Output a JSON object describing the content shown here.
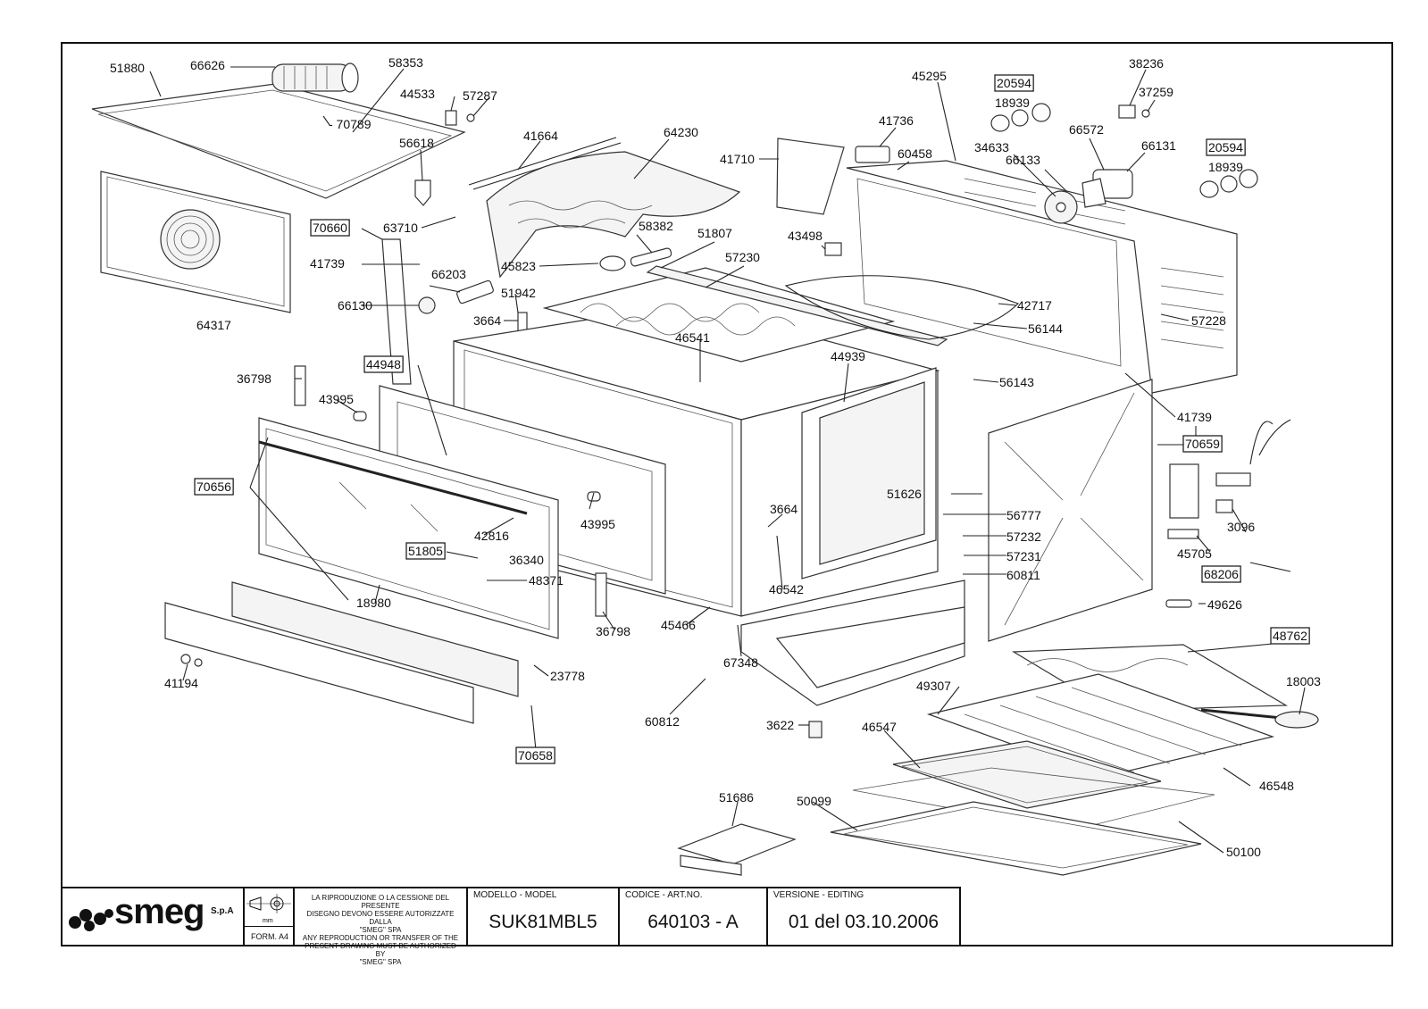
{
  "part_numbers": [
    {
      "id": "p51880",
      "text": "51880"
    },
    {
      "id": "p66626",
      "text": "66626"
    },
    {
      "id": "p58353",
      "text": "58353"
    },
    {
      "id": "p44533",
      "text": "44533"
    },
    {
      "id": "p57287",
      "text": "57287"
    },
    {
      "id": "p70789",
      "text": "- 70789"
    },
    {
      "id": "p56618",
      "text": "56618"
    },
    {
      "id": "p41664",
      "text": "41664"
    },
    {
      "id": "p64230",
      "text": "64230"
    },
    {
      "id": "p41710",
      "text": "41710"
    },
    {
      "id": "p45295",
      "text": "45295"
    },
    {
      "id": "p20594a",
      "text": "20594",
      "boxed": true
    },
    {
      "id": "p18939a",
      "text": "18939"
    },
    {
      "id": "p38236",
      "text": "38236"
    },
    {
      "id": "p37259",
      "text": "37259"
    },
    {
      "id": "p41736",
      "text": "41736"
    },
    {
      "id": "p60458",
      "text": "60458"
    },
    {
      "id": "p34633",
      "text": "34633"
    },
    {
      "id": "p66572",
      "text": "66572"
    },
    {
      "id": "p66131",
      "text": "66131"
    },
    {
      "id": "p66133",
      "text": "66133"
    },
    {
      "id": "p20594b",
      "text": "20594",
      "boxed": true
    },
    {
      "id": "p18939b",
      "text": "18939"
    },
    {
      "id": "p64317",
      "text": "64317"
    },
    {
      "id": "p70660",
      "text": "70660",
      "boxed": true
    },
    {
      "id": "p63710",
      "text": "63710"
    },
    {
      "id": "p41739a",
      "text": "41739"
    },
    {
      "id": "p58382",
      "text": "58382"
    },
    {
      "id": "p51807",
      "text": "51807"
    },
    {
      "id": "p43498",
      "text": "43498"
    },
    {
      "id": "p57230",
      "text": "57230"
    },
    {
      "id": "p45823",
      "text": "45823"
    },
    {
      "id": "p66203",
      "text": "66203"
    },
    {
      "id": "p66130",
      "text": "66130"
    },
    {
      "id": "p51942",
      "text": "51942"
    },
    {
      "id": "p3664a",
      "text": "3664"
    },
    {
      "id": "p42717",
      "text": "42717"
    },
    {
      "id": "p57228",
      "text": "57228"
    },
    {
      "id": "p56144",
      "text": "56144"
    },
    {
      "id": "p46541",
      "text": "46541"
    },
    {
      "id": "p44939",
      "text": "44939"
    },
    {
      "id": "p44948",
      "text": "44948",
      "boxed": true
    },
    {
      "id": "p36798a",
      "text": "36798"
    },
    {
      "id": "p43995a",
      "text": "43995"
    },
    {
      "id": "p56143",
      "text": "56143"
    },
    {
      "id": "p41739b",
      "text": "41739"
    },
    {
      "id": "p70659",
      "text": "70659",
      "boxed": true
    },
    {
      "id": "p70656",
      "text": "70656",
      "boxed": true
    },
    {
      "id": "p51626",
      "text": "51626"
    },
    {
      "id": "p56777",
      "text": "56777"
    },
    {
      "id": "p3664b",
      "text": "3664"
    },
    {
      "id": "p43995b",
      "text": "43995"
    },
    {
      "id": "p42816",
      "text": "42816"
    },
    {
      "id": "p57232",
      "text": "57232"
    },
    {
      "id": "p3096",
      "text": "3096"
    },
    {
      "id": "p51805",
      "text": "51805",
      "boxed": true
    },
    {
      "id": "p36340",
      "text": "36340"
    },
    {
      "id": "p57231",
      "text": "57231"
    },
    {
      "id": "p45705",
      "text": "45705"
    },
    {
      "id": "p48371",
      "text": "48371"
    },
    {
      "id": "p46542",
      "text": "46542"
    },
    {
      "id": "p60811",
      "text": "60811"
    },
    {
      "id": "p68206",
      "text": "68206",
      "boxed": true
    },
    {
      "id": "p18980",
      "text": "18980"
    },
    {
      "id": "p49626",
      "text": "49626"
    },
    {
      "id": "p36798b",
      "text": "36798"
    },
    {
      "id": "p45466",
      "text": "45466"
    },
    {
      "id": "p48762",
      "text": "48762",
      "boxed": true
    },
    {
      "id": "p67348",
      "text": "67348"
    },
    {
      "id": "p41194",
      "text": "41194"
    },
    {
      "id": "p23778",
      "text": "23778"
    },
    {
      "id": "p49307",
      "text": "49307"
    },
    {
      "id": "p18003",
      "text": "18003"
    },
    {
      "id": "p60812",
      "text": "60812"
    },
    {
      "id": "p3622",
      "text": "3622"
    },
    {
      "id": "p46547",
      "text": "46547"
    },
    {
      "id": "p70658",
      "text": "70658",
      "boxed": true
    },
    {
      "id": "p46548",
      "text": "46548"
    },
    {
      "id": "p51686",
      "text": "51686"
    },
    {
      "id": "p50099",
      "text": "50099"
    },
    {
      "id": "p50100",
      "text": "50100"
    }
  ],
  "title_block": {
    "brand": "smeg",
    "brand_suffix": "S.p.A",
    "unit": "mm",
    "form": "FORM. A4",
    "notice_lines": [
      "LA RIPRODUZIONE O LA CESSIONE DEL PRESENTE",
      "DISEGNO DEVONO ESSERE AUTORIZZATE DALLA",
      "\"SMEG\" SPA",
      "ANY REPRODUCTION OR TRANSFER OF THE",
      "PRESENT DRAWING MUST BE AUTHORIZED BY",
      "\"SMEG\" SPA"
    ],
    "model_label": "MODELLO - MODEL",
    "model_value": "SUK81MBL5",
    "code_label": "CODICE - ART.NO.",
    "code_value": "640103 - A",
    "version_label": "VERSIONE - EDITING",
    "version_value": "01 del 03.10.2006"
  }
}
